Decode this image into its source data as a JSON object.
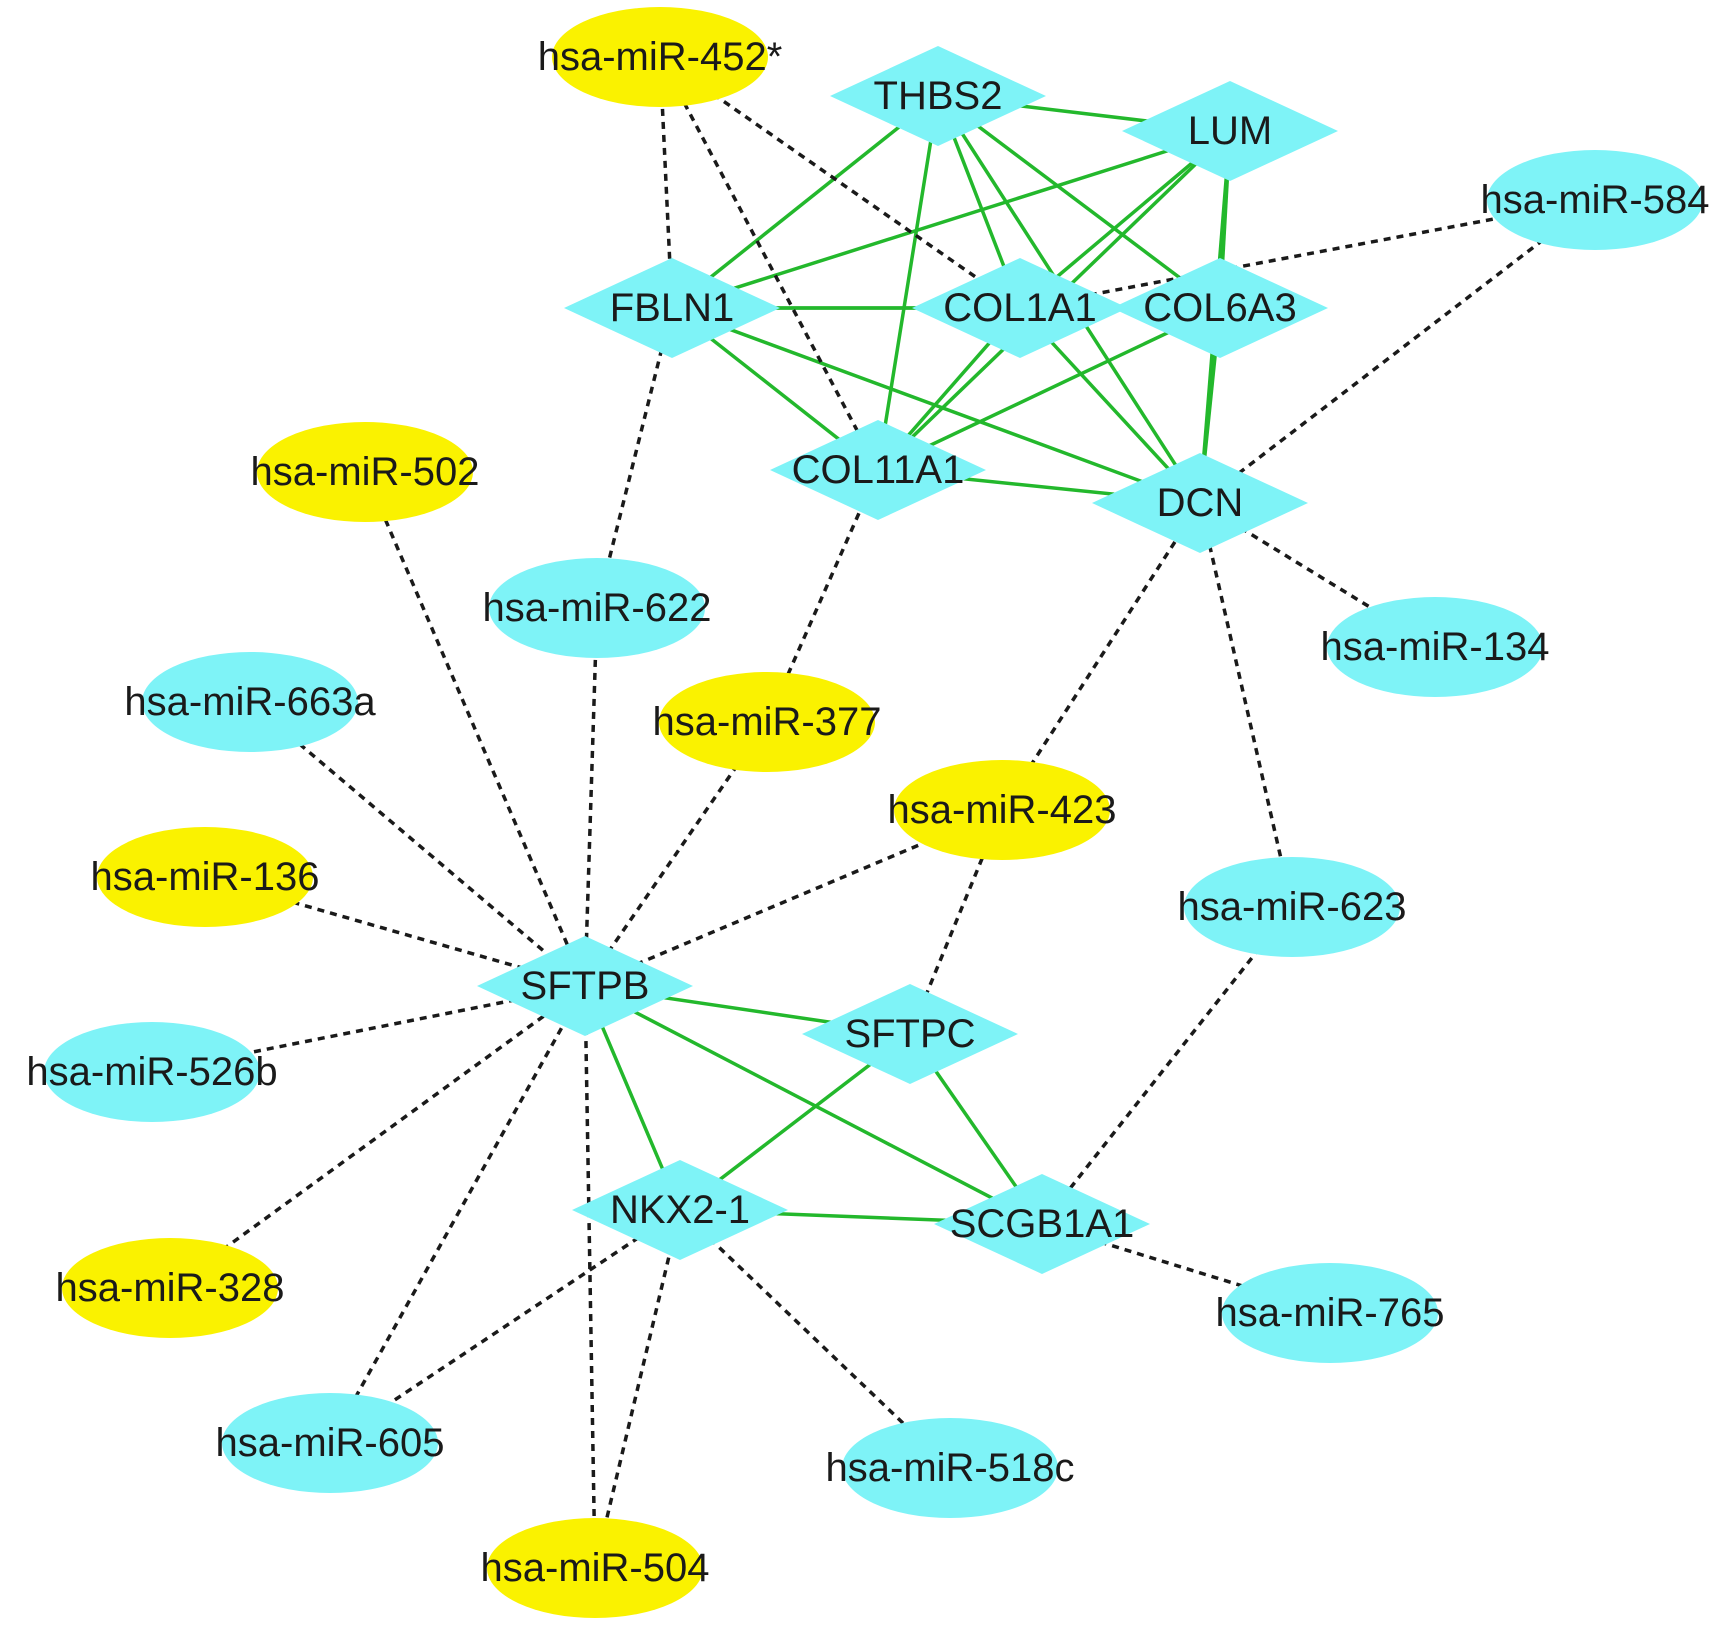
{
  "colors": {
    "gene": "#7EF3F7",
    "mirna_up": "#FAF200",
    "mirna_down": "#7EF3F7",
    "ppi_edge": "#23B82C",
    "regulation_edge": "#1a1a1a"
  },
  "genes": [
    {
      "id": "THBS2",
      "label": "THBS2"
    },
    {
      "id": "LUM",
      "label": "LUM"
    },
    {
      "id": "FBLN1",
      "label": "FBLN1"
    },
    {
      "id": "COL1A1",
      "label": "COL1A1"
    },
    {
      "id": "COL6A3",
      "label": "COL6A3"
    },
    {
      "id": "COL11A1",
      "label": "COL11A1"
    },
    {
      "id": "DCN",
      "label": "DCN"
    },
    {
      "id": "SFTPB",
      "label": "SFTPB"
    },
    {
      "id": "SFTPC",
      "label": "SFTPC"
    },
    {
      "id": "NKX2-1",
      "label": "NKX2-1"
    },
    {
      "id": "SCGB1A1",
      "label": "SCGB1A1"
    }
  ],
  "mirnas": [
    {
      "id": "miR-452",
      "label": "hsa-miR-452*",
      "color": "yellow"
    },
    {
      "id": "miR-584",
      "label": "hsa-miR-584",
      "color": "cyan"
    },
    {
      "id": "miR-502",
      "label": "hsa-miR-502",
      "color": "yellow"
    },
    {
      "id": "miR-622",
      "label": "hsa-miR-622",
      "color": "cyan"
    },
    {
      "id": "miR-134",
      "label": "hsa-miR-134",
      "color": "cyan"
    },
    {
      "id": "miR-663a",
      "label": "hsa-miR-663a",
      "color": "cyan"
    },
    {
      "id": "miR-377",
      "label": "hsa-miR-377",
      "color": "yellow"
    },
    {
      "id": "miR-423",
      "label": "hsa-miR-423",
      "color": "yellow"
    },
    {
      "id": "miR-136",
      "label": "hsa-miR-136",
      "color": "yellow"
    },
    {
      "id": "miR-623",
      "label": "hsa-miR-623",
      "color": "cyan"
    },
    {
      "id": "miR-526b",
      "label": "hsa-miR-526b",
      "color": "cyan"
    },
    {
      "id": "miR-328",
      "label": "hsa-miR-328",
      "color": "yellow"
    },
    {
      "id": "miR-765",
      "label": "hsa-miR-765",
      "color": "cyan"
    },
    {
      "id": "miR-605",
      "label": "hsa-miR-605",
      "color": "cyan"
    },
    {
      "id": "miR-518c",
      "label": "hsa-miR-518c",
      "color": "cyan"
    },
    {
      "id": "miR-504",
      "label": "hsa-miR-504",
      "color": "yellow"
    }
  ],
  "ppi_edges": [
    [
      "THBS2",
      "LUM"
    ],
    [
      "THBS2",
      "FBLN1"
    ],
    [
      "THBS2",
      "COL1A1"
    ],
    [
      "THBS2",
      "COL6A3"
    ],
    [
      "THBS2",
      "COL11A1"
    ],
    [
      "THBS2",
      "DCN"
    ],
    [
      "LUM",
      "FBLN1"
    ],
    [
      "LUM",
      "COL1A1"
    ],
    [
      "LUM",
      "COL6A3"
    ],
    [
      "LUM",
      "COL11A1"
    ],
    [
      "LUM",
      "DCN"
    ],
    [
      "FBLN1",
      "COL1A1"
    ],
    [
      "FBLN1",
      "COL6A3"
    ],
    [
      "FBLN1",
      "COL11A1"
    ],
    [
      "FBLN1",
      "DCN"
    ],
    [
      "COL1A1",
      "COL6A3"
    ],
    [
      "COL1A1",
      "COL11A1"
    ],
    [
      "COL1A1",
      "DCN"
    ],
    [
      "COL6A3",
      "COL11A1"
    ],
    [
      "COL6A3",
      "DCN"
    ],
    [
      "COL11A1",
      "DCN"
    ],
    [
      "SFTPB",
      "SFTPC"
    ],
    [
      "SFTPB",
      "NKX2-1"
    ],
    [
      "SFTPB",
      "SCGB1A1"
    ],
    [
      "SFTPC",
      "NKX2-1"
    ],
    [
      "SFTPC",
      "SCGB1A1"
    ],
    [
      "NKX2-1",
      "SCGB1A1"
    ]
  ],
  "regulation_edges": [
    [
      "miR-452",
      "FBLN1"
    ],
    [
      "miR-452",
      "COL1A1"
    ],
    [
      "miR-452",
      "COL11A1"
    ],
    [
      "miR-584",
      "COL1A1"
    ],
    [
      "miR-584",
      "DCN"
    ],
    [
      "miR-622",
      "FBLN1"
    ],
    [
      "miR-622",
      "SFTPB"
    ],
    [
      "miR-502",
      "SFTPB"
    ],
    [
      "miR-377",
      "COL11A1"
    ],
    [
      "miR-377",
      "SFTPB"
    ],
    [
      "miR-134",
      "DCN"
    ],
    [
      "miR-423",
      "DCN"
    ],
    [
      "miR-423",
      "SFTPB"
    ],
    [
      "miR-423",
      "SFTPC"
    ],
    [
      "miR-623",
      "DCN"
    ],
    [
      "miR-623",
      "SCGB1A1"
    ],
    [
      "miR-663a",
      "SFTPB"
    ],
    [
      "miR-136",
      "SFTPB"
    ],
    [
      "miR-526b",
      "SFTPB"
    ],
    [
      "miR-328",
      "SFTPB"
    ],
    [
      "miR-605",
      "SFTPB"
    ],
    [
      "miR-605",
      "NKX2-1"
    ],
    [
      "miR-504",
      "SFTPB"
    ],
    [
      "miR-504",
      "NKX2-1"
    ],
    [
      "miR-518c",
      "NKX2-1"
    ],
    [
      "miR-765",
      "SCGB1A1"
    ]
  ]
}
